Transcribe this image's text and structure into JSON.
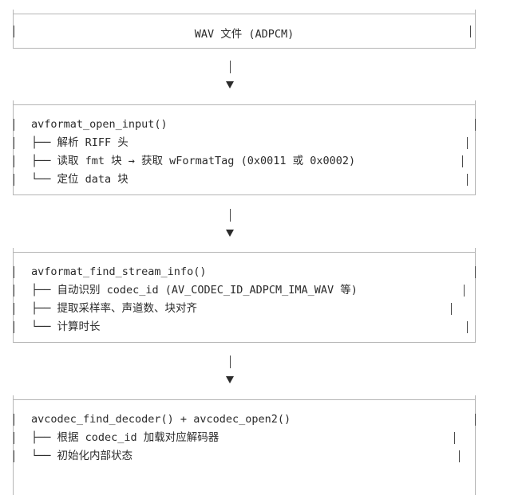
{
  "title_box": {
    "text": "WAV 文件 (ADPCM)"
  },
  "blocks": [
    {
      "lines": [
        "avformat_open_input()",
        "├── 解析 RIFF 头",
        "├── 读取 fmt 块 → 获取 wFormatTag (0x0011 或 0x0002)",
        "└── 定位 data 块"
      ]
    },
    {
      "lines": [
        "avformat_find_stream_info()",
        "├── 自动识别 codec_id (AV_CODEC_ID_ADPCM_IMA_WAV 等)",
        "├── 提取采样率、声道数、块对齐",
        "└── 计算时长"
      ]
    },
    {
      "lines": [
        "avcodec_find_decoder() + avcodec_open2()",
        "├── 根据 codec_id 加载对应解码器",
        "└── 初始化内部状态"
      ]
    }
  ]
}
